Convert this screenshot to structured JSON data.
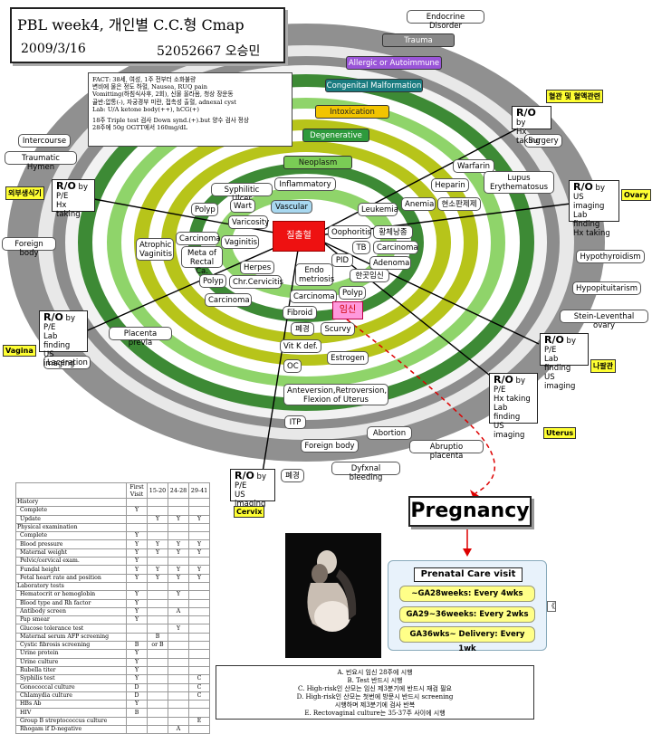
{
  "title": {
    "line1": "PBL week4, 개인별 C.C.형 Cmap",
    "date": "2009/3/16",
    "id_name": "52052667 오승민"
  },
  "fact": {
    "lines": [
      "FACT:    38세, 여성, 1주 전부터 소화불량",
      "변비에 물은 정도 하혈, Nausea, RUQ pain",
      "Vomitting(하침식사후, 2회), 신물 올라옴, 청상 장운동",
      "골반:압통(-), 자궁경부 미란, 접촉성 출혈, adnexal cyst",
      "Lab: U/A ketone body(++), hCG(+)",
      "18주 Triple test 검사 Down synd.(+).but 양수 검사 정상",
      "28주에 50g OGTT에서 160mg/dL"
    ]
  },
  "center": "질출혈",
  "categories": {
    "endocrine": "Endocrine Disorder",
    "trauma": "Trauma",
    "allergic": "Allergic or Autoimmune",
    "congenital": "Congenital Malformation",
    "intoxication": "Intoxication",
    "degenerative": "Degenerative",
    "neoplasm": "Neoplasm",
    "inflammatory": "Inflammatory",
    "vascular": "Vascular"
  },
  "nodes": {
    "intercourse": "Intercourse",
    "traumatic_hymen": "Traumatic Hymen",
    "foreign_body_left": "Foreign body",
    "syphilitic_ulcer": "Syphilitic Ulcer",
    "wart": "Wart",
    "polyp_1": "Polyp",
    "varicosity": "Varicosity",
    "atrophic_vaginitis": "Atrophic\nVaginitis",
    "carcinoma_1": "Carcinoma",
    "vaginitis": "Vaginitis",
    "meta_rectal": "Meta of\nRectal Ca.",
    "herpes": "Herpes",
    "polyp_2": "Polyp",
    "chr_cervicitis": "Chr.Cervicitis",
    "carcinoma_2": "Carcinoma",
    "placenta_previa": "Placenta previa",
    "laceration": "Laceration",
    "endometriosis": "Endo\nmetriosis",
    "carcinoma_3": "Carcinoma",
    "fibroid": "Fibroid",
    "pyeryeong": "폐경",
    "scurvy": "Scurvy",
    "vitk": "Vit K def.",
    "oc": "OC",
    "estrogen": "Estrogen",
    "anteversion": "Anteversion,Retroversion,\nFlexion of Uterus",
    "itp": "ITP",
    "foreign_body_bottom": "Foreign body",
    "abortion": "Abortion",
    "abruptio": "Abruptio placenta",
    "dysfxnal": "Dyfxnal bleeding",
    "pyeryeong_2": "폐경",
    "leukemia": "Leukemia",
    "anemia": "Anemia",
    "hyeonsopan": "현소판제제",
    "heparin": "Heparin",
    "warfarin": "Warfarin",
    "lupus": "Lupus\nErythematosus",
    "surgery": "Surgery",
    "oophoritis": "Oophoritis",
    "hwangche": "황체낭종",
    "tb": "TB",
    "carcinoma_4": "Carcinoma",
    "pid": "PID",
    "adenoma": "Adenoma",
    "hanbeol": "한곳임신",
    "polyp_3": "Polyp",
    "hypothyroidism": "Hypothyroidism",
    "hypopituitarism": "Hypopituitarism",
    "stein": "Stein-Leventhal ovary",
    "imsin": "임신"
  },
  "ro_boxes": {
    "left_top": {
      "head": "R/O",
      "by": "by",
      "body": "P/E\nHx taking",
      "tag": "외부생식기"
    },
    "left_mid": {
      "head": "R/O",
      "by": "by",
      "body": "P/E\nLab finding\nUS imaging",
      "tag": "Vagina"
    },
    "top_right": {
      "head": "R/O",
      "by": "by",
      "body": "Hx taking",
      "tag": "혈관 및 혈액관련"
    },
    "right_ovary": {
      "head": "R/O",
      "by": "by",
      "body": "US imaging\nLab finding\nHx taking",
      "tag": "Ovary"
    },
    "right_mid": {
      "head": "R/O",
      "by": "by",
      "body": "P/E\nLab finding\nUS imaging",
      "tag": "나팔관"
    },
    "right_uterus": {
      "head": "R/O",
      "by": "by",
      "body": "P/E\nHx taking\nLab finding\nUS imaging",
      "tag": "Uterus"
    },
    "bottom_cervix": {
      "head": "R/O",
      "by": "by",
      "body": "P/E\nUS imaging",
      "tag": "Cervix"
    }
  },
  "pregnancy": "Pregnancy",
  "prenatal": {
    "header": "Prenatal Care visit",
    "items": [
      "~GA28weeks: Every 4wks",
      "GA29~36weeks: Every 2wks",
      "GA36wks~ Delivery: Every 1wk"
    ],
    "side": "《"
  },
  "notes": {
    "lines": [
      "A. 빈요시 임신 28주에 시행",
      "B. Test 반드시 시행",
      "C. High-risk인 산모는 임신 제3분기에 반드시 재검 필요",
      "D. High-risk인 산모는 첫번에 방문시 반드시 screening",
      "시행하며 제3분기에 검사 반복",
      "E. Rectovaginal culture는 35-37주 사이에 시행"
    ]
  },
  "visit_table": {
    "headers": [
      "",
      "First\nVisit",
      "15-20",
      "24-28",
      "29-41"
    ],
    "rows": [
      {
        "label": "History",
        "indent": false,
        "cells": [
          "",
          "",
          "",
          ""
        ]
      },
      {
        "label": "Complete",
        "indent": true,
        "cells": [
          "Y",
          "",
          "",
          ""
        ]
      },
      {
        "label": "Update",
        "indent": true,
        "cells": [
          "",
          "Y",
          "Y",
          "Y"
        ]
      },
      {
        "label": "Physical examination",
        "indent": false,
        "cells": [
          "",
          "",
          "",
          ""
        ]
      },
      {
        "label": "Complete",
        "indent": true,
        "cells": [
          "Y",
          "",
          "",
          ""
        ]
      },
      {
        "label": "Blood pressure",
        "indent": true,
        "cells": [
          "Y",
          "Y",
          "Y",
          "Y"
        ]
      },
      {
        "label": "Maternal weight",
        "indent": true,
        "cells": [
          "Y",
          "Y",
          "Y",
          "Y"
        ]
      },
      {
        "label": "Pelvic/cervical exam.",
        "indent": true,
        "cells": [
          "Y",
          "",
          "",
          ""
        ]
      },
      {
        "label": "Fundal height",
        "indent": true,
        "cells": [
          "Y",
          "Y",
          "Y",
          "Y"
        ]
      },
      {
        "label": "Fetal heart rate and position",
        "indent": true,
        "cells": [
          "Y",
          "Y",
          "Y",
          "Y"
        ]
      },
      {
        "label": "Laboratory tests",
        "indent": false,
        "cells": [
          "",
          "",
          "",
          ""
        ]
      },
      {
        "label": "Hematocrit or hemoglobin",
        "indent": true,
        "cells": [
          "Y",
          "",
          "Y",
          ""
        ]
      },
      {
        "label": "Blood type and Rh factor",
        "indent": true,
        "cells": [
          "Y",
          "",
          "",
          ""
        ]
      },
      {
        "label": "Antibody screen",
        "indent": true,
        "cells": [
          "Y",
          "",
          "A",
          ""
        ]
      },
      {
        "label": "Pap smear",
        "indent": true,
        "cells": [
          "Y",
          "",
          "",
          ""
        ]
      },
      {
        "label": "Glucose tolerance test",
        "indent": true,
        "cells": [
          "",
          "",
          "Y",
          ""
        ]
      },
      {
        "label": "Maternal serum AFP screening",
        "indent": true,
        "cells": [
          "",
          "B",
          "",
          ""
        ]
      },
      {
        "label": "Cystic fibrosis screening",
        "indent": true,
        "cells": [
          "B",
          "or B",
          "",
          ""
        ]
      },
      {
        "label": "Urine protein",
        "indent": true,
        "cells": [
          "Y",
          "",
          "",
          ""
        ]
      },
      {
        "label": "Urine culture",
        "indent": true,
        "cells": [
          "Y",
          "",
          "",
          ""
        ]
      },
      {
        "label": "Rubella titer",
        "indent": true,
        "cells": [
          "Y",
          "",
          "",
          ""
        ]
      },
      {
        "label": "Syphilis test",
        "indent": true,
        "cells": [
          "Y",
          "",
          "",
          "C"
        ]
      },
      {
        "label": "Gonococcal culture",
        "indent": true,
        "cells": [
          "D",
          "",
          "",
          "C"
        ]
      },
      {
        "label": "Chlamydia culture",
        "indent": true,
        "cells": [
          "D",
          "",
          "",
          "C"
        ]
      },
      {
        "label": "HBs Ab",
        "indent": true,
        "cells": [
          "Y",
          "",
          "",
          ""
        ]
      },
      {
        "label": "HIV",
        "indent": true,
        "cells": [
          "B",
          "",
          "",
          ""
        ]
      },
      {
        "label": "Group B streptococcus culture",
        "indent": true,
        "cells": [
          "",
          "",
          "",
          "E"
        ]
      },
      {
        "label": "Rhogam if D-negative",
        "indent": true,
        "cells": [
          "",
          "",
          "A",
          ""
        ]
      }
    ]
  },
  "colors": {
    "ring_outer": "#909090",
    "ring_dark_green": "#3d8a35",
    "ring_light_green": "#8fd46a",
    "ring_olive": "#b7c41a",
    "center_red": "#ee1111",
    "trauma": "#888888",
    "allergic": "#9a55d8",
    "congenital": "#1a7c80",
    "intoxication": "#f2c400",
    "degenerative": "#2e9a3c",
    "neoplasm": "#7acc55",
    "vascular": "#a8d8f0"
  }
}
